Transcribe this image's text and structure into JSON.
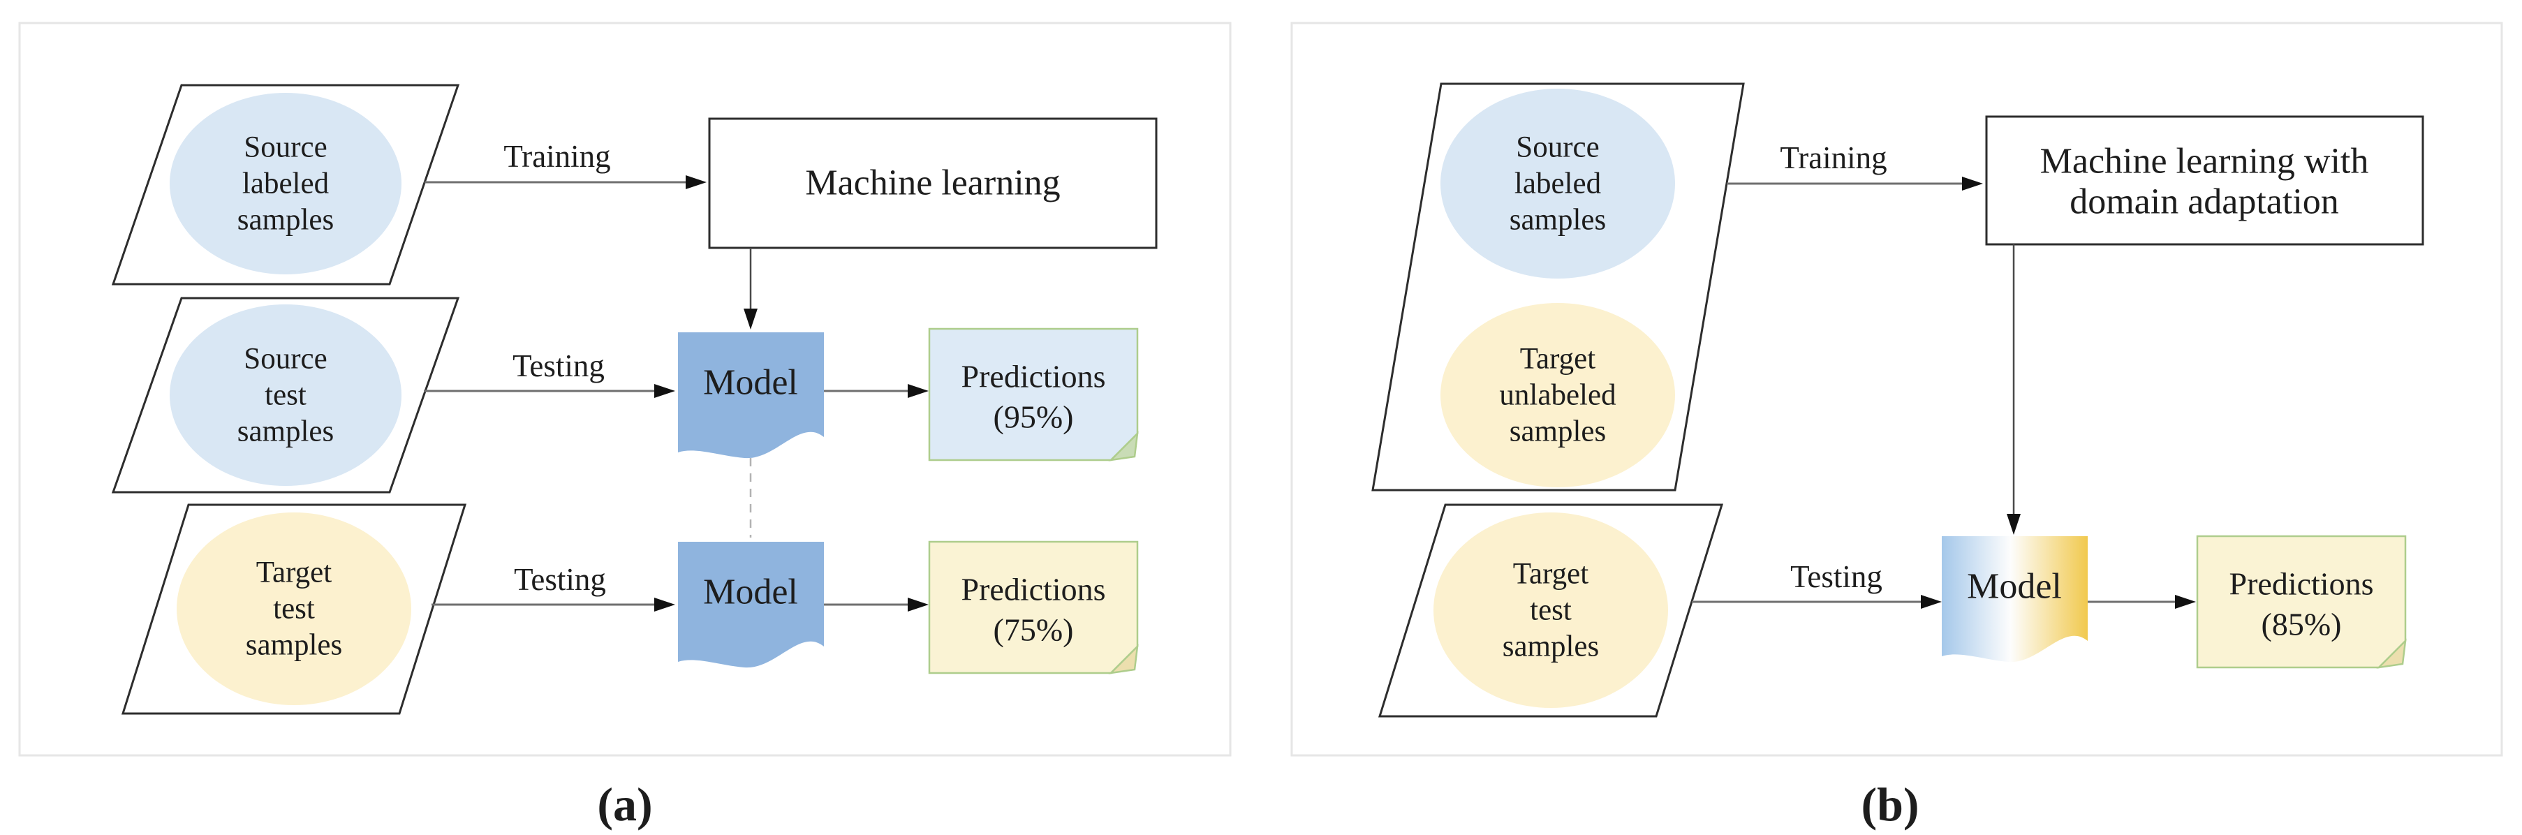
{
  "colors": {
    "ellipse_blue": "#d9e7f4",
    "ellipse_yellow": "#fcf1cf",
    "model_blue": "#8fb4de",
    "model_gradient_left": "#a5c8ea",
    "model_gradient_mid": "#fdfdfd",
    "model_gradient_right": "#f1c94e",
    "note_blue_fill": "#ddeaf6",
    "note_yellow_fill": "#faf3d4",
    "note_border_green": "#aecd8c",
    "shape_border": "#2d2d2d",
    "arrow_gray": "#6f6f6f",
    "panel_border": "#e6e6e6"
  },
  "panel_a": {
    "caption": "(a)",
    "source_labeled": {
      "line1": "Source",
      "line2": "labeled",
      "line3": "samples"
    },
    "source_test": {
      "line1": "Source",
      "line2": "test",
      "line3": "samples"
    },
    "target_test": {
      "line1": "Target",
      "line2": "test",
      "line3": "samples"
    },
    "training_label": "Training",
    "testing_label_top": "Testing",
    "testing_label_bottom": "Testing",
    "ml_box": "Machine learning",
    "model_top": "Model",
    "model_bottom": "Model",
    "predictions_top": {
      "line1": "Predictions",
      "line2": "(95%)"
    },
    "predictions_bottom": {
      "line1": "Predictions",
      "line2": "(75%)"
    }
  },
  "panel_b": {
    "caption": "(b)",
    "source_labeled": {
      "line1": "Source",
      "line2": "labeled",
      "line3": "samples"
    },
    "target_unlabeled": {
      "line1": "Target",
      "line2": "unlabeled",
      "line3": "samples"
    },
    "target_test": {
      "line1": "Target",
      "line2": "test",
      "line3": "samples"
    },
    "training_label": "Training",
    "testing_label": "Testing",
    "ml_box": {
      "line1": "Machine learning with",
      "line2": "domain adaptation"
    },
    "model": "Model",
    "predictions": {
      "line1": "Predictions",
      "line2": "(85%)"
    }
  }
}
